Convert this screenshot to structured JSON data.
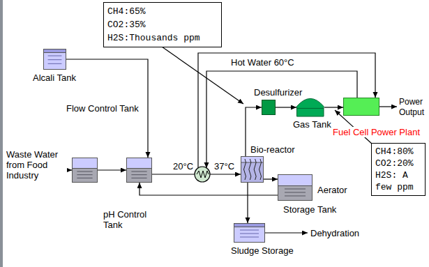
{
  "diagram": {
    "nodes": [
      {
        "text": [
          "CH4:65%",
          "CO2:35%",
          "H2S:Thousands ppm"
        ]
      },
      {
        "text": [
          "Alcali Tank"
        ]
      },
      {
        "text": [
          "Flow Control Tank"
        ]
      },
      {
        "text": [
          "pH Control Tank"
        ]
      },
      {
        "text": [
          "Bio-reactor"
        ]
      },
      {
        "text": [
          "Desulfurizer"
        ]
      },
      {
        "text": [
          "Gas Tank"
        ]
      },
      {
        "text": [
          "Fuel Cell Power Plant"
        ]
      },
      {
        "text": [
          "Storage Tank"
        ]
      },
      {
        "text": [
          "Sludge Storage"
        ]
      },
      {
        "text": [
          "CH4:80%",
          "CO2:20%",
          "H2S: A few ppm"
        ]
      }
    ],
    "edges": [
      {
        "from": 1,
        "to": 3,
        "arrow": "to"
      },
      {
        "from": 2,
        "to": 3,
        "arrow": "to"
      },
      {
        "from": 3,
        "to": 4,
        "arrow": "to"
      },
      {
        "from": 4,
        "to": 5,
        "arrow": "to"
      },
      {
        "from": 5,
        "to": 6,
        "arrow": "to"
      },
      {
        "from": 6,
        "to": 7,
        "arrow": "to"
      },
      {
        "from": 4,
        "to": 8,
        "arrow": "to"
      },
      {
        "from": 8,
        "to": 3,
        "arrow": "to"
      },
      {
        "from": 4,
        "to": 9,
        "arrow": "to"
      }
    ],
    "labels": [
      "Waste Water from Food Industry",
      "20°C",
      "37°C",
      "Hot Water 60°C",
      "Power Output",
      "Aerator",
      "Dehydration"
    ]
  }
}
